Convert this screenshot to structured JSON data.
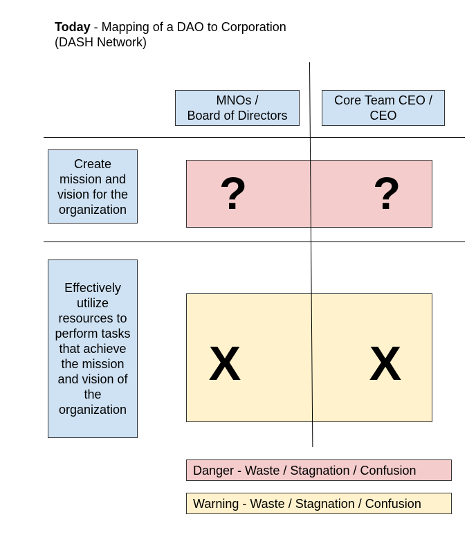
{
  "title": {
    "bold": "Today",
    "rest": " - Mapping of a DAO to Corporation",
    "line2": "(DASH Network)"
  },
  "columns": [
    {
      "line1": "MNOs /",
      "line2": "Board of Directors"
    },
    {
      "line1": "Core Team CEO /",
      "line2": "CEO"
    }
  ],
  "rows": [
    {
      "label": "Create mission and vision for the organization"
    },
    {
      "label": "Effectively utilize resources to perform tasks that achieve the mission and vision of the organization"
    }
  ],
  "cells": {
    "row1": [
      "?",
      "?"
    ],
    "row2": [
      "X",
      "X"
    ]
  },
  "legend": {
    "danger": "Danger - Waste / Stagnation / Confusion",
    "warning": "Warning - Waste / Stagnation / Confusion"
  },
  "colors": {
    "blue": "#cfe2f3",
    "danger": "#f4cccc",
    "warning": "#fff2cc"
  }
}
